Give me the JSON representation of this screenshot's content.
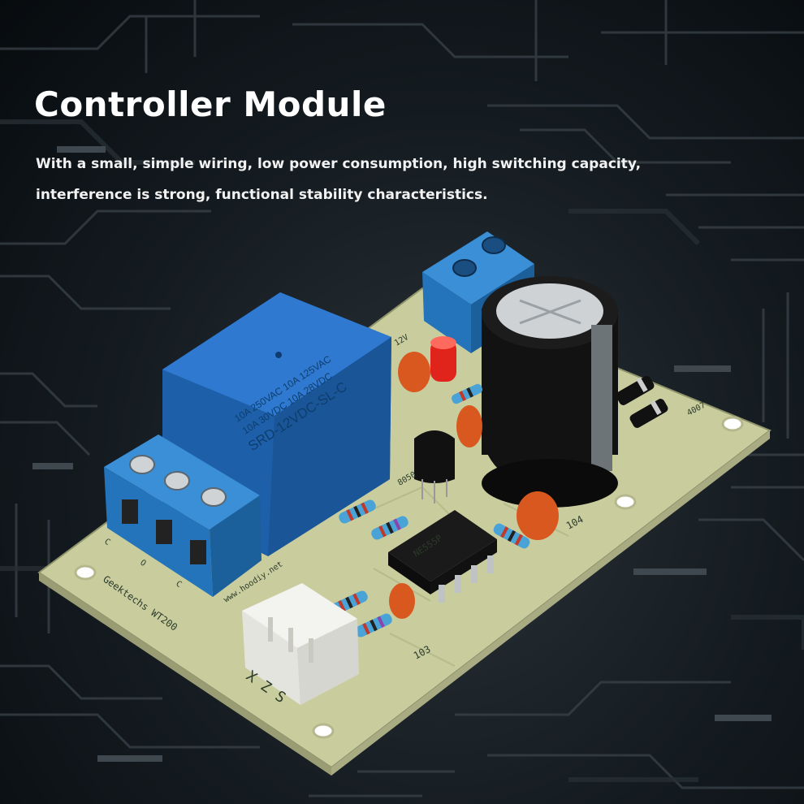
{
  "heading": {
    "title": "Controller Module",
    "desc_line1": "With a small, simple wiring, low power consumption, high switching capacity,",
    "desc_line2": "interference is strong, functional stability characteristics."
  },
  "board": {
    "relay_lines": [
      "10A 250VAC  10A 125VAC",
      "10A 30VDC  10A 28VDC",
      "SRD-12VDC-SL-C"
    ],
    "website": "www.hoodiy.net",
    "brand": "Geektechs WT200",
    "connector_label": "X Z S",
    "ic_label": "NE555P",
    "cap_104": "104",
    "cap_103": "103",
    "diode_label": "4007",
    "voltage_label": "12V",
    "transistor_label": "8050",
    "terminal_labels": [
      "C",
      "O",
      "C"
    ]
  },
  "colors": {
    "pcb": "#c9cd9e",
    "terminal_blue": "#2a7fc4",
    "relay_blue": "#1f66b3",
    "capacitor_body": "#111111",
    "led_red": "#e0241c",
    "ceramic_orange": "#d9581f"
  }
}
